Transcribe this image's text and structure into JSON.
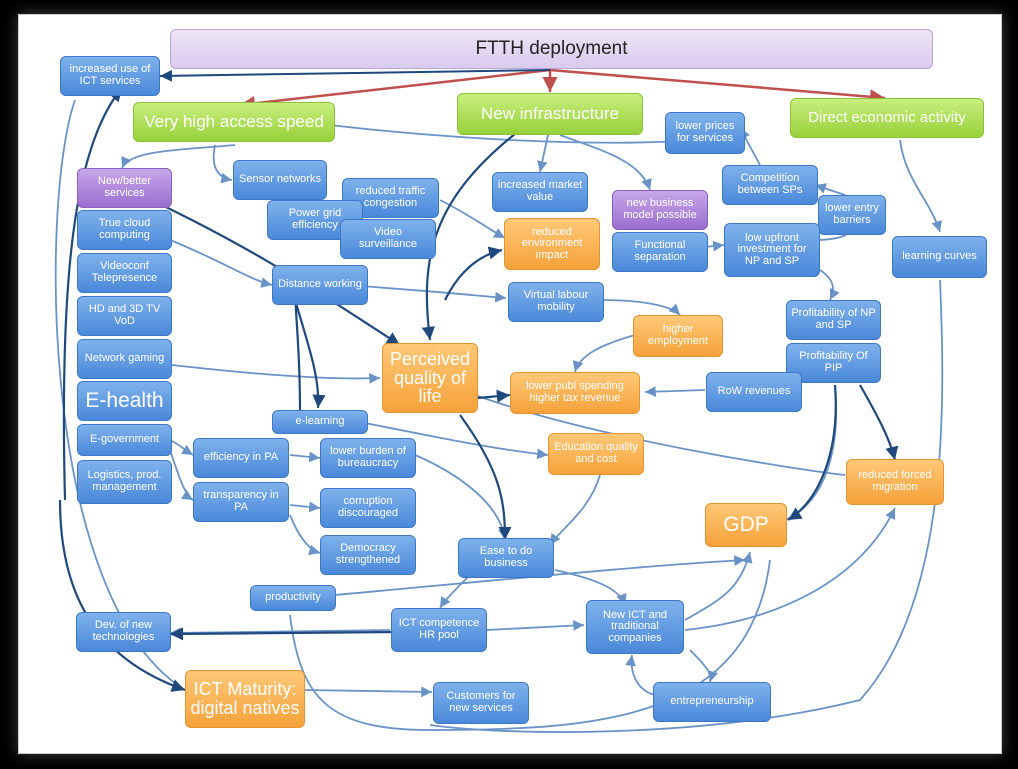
{
  "diagram": {
    "title": "FTTH deployment",
    "nodes": {
      "increased_ict": "increased use of ICT services",
      "very_high_speed": "Very high access speed",
      "new_infra": "New infrastructure",
      "direct_econ": "Direct economic activity",
      "lower_prices": "lower prices for services",
      "new_better": "New/better services",
      "sensor": "Sensor networks",
      "reduced_traffic": "reduced traffic congestion",
      "power_grid": "Power grid efficiency",
      "video_surv": "Video surveillance",
      "increased_market": "increased market value",
      "new_business": "new business model possible",
      "competition": "Competition between SPs",
      "lower_entry": "lower entry barriers",
      "true_cloud": "True cloud computing",
      "videoconf": "Videoconf Telepresence",
      "hd_tv": "HD and 3D TV VoD",
      "network_gaming": "Network gaming",
      "ehealth": "E-health",
      "egov": "E-government",
      "logistics": "Logistics, prod. management",
      "reduced_env": "reduced environment impact",
      "functional_sep": "Functional separation",
      "low_upfront": "low upfront investment for NP and SP",
      "learning_curves": "learning curves",
      "distance_working": "Distance working",
      "virtual_labour": "Virtual labour mobility",
      "higher_employment": "higher employment",
      "profit_np_sp": "Profitability of NP and SP",
      "profit_pip": "Profitability Of PIP",
      "perceived_qol": "Perceived quality of life",
      "lower_publ": "lower publ spending higher tax revenue",
      "row_revenues": "RoW revenues",
      "elearning": "e-learning",
      "efficiency_pa": "efficiency in PA",
      "lower_burden": "lower burden of bureaucracy",
      "education": "Education quality and cost",
      "transparency_pa": "transparency in PA",
      "corruption": "corruption discouraged",
      "reduced_forced": "reduced forced migration",
      "democracy": "Democracy strengthened",
      "ease_business": "Ease to do business",
      "gdp": "GDP",
      "productivity": "productivity",
      "dev_new_tech": "Dev. of new technologies",
      "ict_competence": "ICT competence HR pool",
      "new_ict_companies": "New ICT and traditional companies",
      "ict_maturity": "ICT Maturity: digital natives",
      "customers_new": "Customers for new services",
      "entrepreneurship": "entrepreneurship"
    }
  },
  "colors": {
    "blue_node": "#4a88d9",
    "green_node": "#98d13b",
    "orange_node": "#f5a23a",
    "purple_node": "#9a6fd1",
    "title_node": "#d9cbed",
    "primary_arrow": "#c0504d",
    "edge": "#4f81bd",
    "edge_dark": "#1f497d"
  }
}
